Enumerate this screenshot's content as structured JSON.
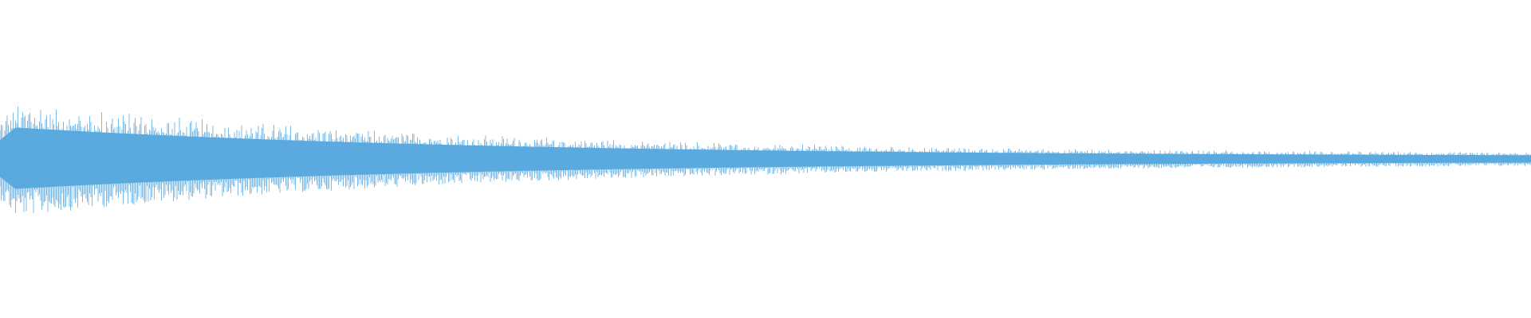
{
  "waveform": {
    "color": "#5aaae0",
    "channels": 1,
    "envelope": {
      "shape": "decaying",
      "peak_amplitude": 0.36,
      "end_amplitude": 0.03,
      "attack_fraction": 0.01,
      "decay_rate": 3.2
    }
  }
}
